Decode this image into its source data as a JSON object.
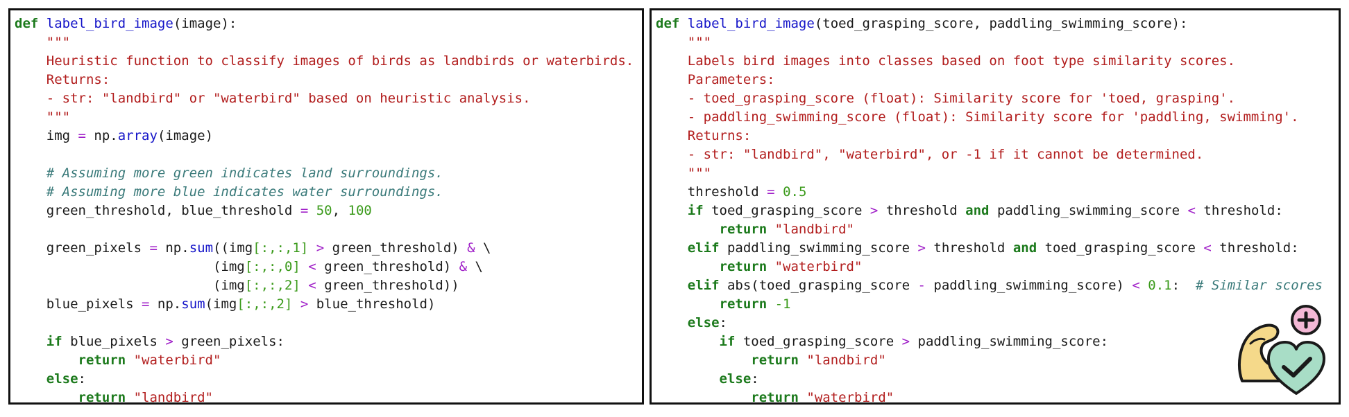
{
  "panels": [
    {
      "name": "panel-left",
      "lines": [
        [
          {
            "t": "def",
            "k": "kw"
          },
          {
            "t": " ",
            "k": "pl"
          },
          {
            "t": "label_bird_image",
            "k": "fn"
          },
          {
            "t": "(image):",
            "k": "pl"
          }
        ],
        [
          {
            "t": "    \"\"\"",
            "k": "str"
          }
        ],
        [
          {
            "t": "    Heuristic function to classify images of birds as landbirds or waterbirds.",
            "k": "str"
          }
        ],
        [
          {
            "t": "    Returns:",
            "k": "str"
          }
        ],
        [
          {
            "t": "    - str: \"landbird\" or \"waterbird\" based on heuristic analysis.",
            "k": "str"
          }
        ],
        [
          {
            "t": "    \"\"\"",
            "k": "str"
          }
        ],
        [
          {
            "t": "    img ",
            "k": "pl"
          },
          {
            "t": "=",
            "k": "op"
          },
          {
            "t": " np.",
            "k": "pl"
          },
          {
            "t": "array",
            "k": "fn"
          },
          {
            "t": "(image)",
            "k": "pl"
          }
        ],
        [
          {
            "t": "",
            "k": "pl"
          }
        ],
        [
          {
            "t": "    # Assuming more green indicates land surroundings.",
            "k": "cm"
          }
        ],
        [
          {
            "t": "    # Assuming more blue indicates water surroundings.",
            "k": "cm"
          }
        ],
        [
          {
            "t": "    green_threshold, blue_threshold ",
            "k": "pl"
          },
          {
            "t": "=",
            "k": "op"
          },
          {
            "t": " ",
            "k": "pl"
          },
          {
            "t": "50",
            "k": "num"
          },
          {
            "t": ", ",
            "k": "pl"
          },
          {
            "t": "100",
            "k": "num"
          }
        ],
        [
          {
            "t": "",
            "k": "pl"
          }
        ],
        [
          {
            "t": "    green_pixels ",
            "k": "pl"
          },
          {
            "t": "=",
            "k": "op"
          },
          {
            "t": " np.",
            "k": "pl"
          },
          {
            "t": "sum",
            "k": "fn"
          },
          {
            "t": "((img",
            "k": "pl"
          },
          {
            "t": "[:,:,",
            "k": "br"
          },
          {
            "t": "1",
            "k": "num"
          },
          {
            "t": "]",
            "k": "br"
          },
          {
            "t": " ",
            "k": "pl"
          },
          {
            "t": ">",
            "k": "op"
          },
          {
            "t": " green_threshold) ",
            "k": "pl"
          },
          {
            "t": "&",
            "k": "op"
          },
          {
            "t": " \\",
            "k": "pl"
          }
        ],
        [
          {
            "t": "                         (img",
            "k": "pl"
          },
          {
            "t": "[:,:,",
            "k": "br"
          },
          {
            "t": "0",
            "k": "num"
          },
          {
            "t": "]",
            "k": "br"
          },
          {
            "t": " ",
            "k": "pl"
          },
          {
            "t": "<",
            "k": "op"
          },
          {
            "t": " green_threshold) ",
            "k": "pl"
          },
          {
            "t": "&",
            "k": "op"
          },
          {
            "t": " \\",
            "k": "pl"
          }
        ],
        [
          {
            "t": "                         (img",
            "k": "pl"
          },
          {
            "t": "[:,:,",
            "k": "br"
          },
          {
            "t": "2",
            "k": "num"
          },
          {
            "t": "]",
            "k": "br"
          },
          {
            "t": " ",
            "k": "pl"
          },
          {
            "t": "<",
            "k": "op"
          },
          {
            "t": " green_threshold))",
            "k": "pl"
          }
        ],
        [
          {
            "t": "    blue_pixels ",
            "k": "pl"
          },
          {
            "t": "=",
            "k": "op"
          },
          {
            "t": " np.",
            "k": "pl"
          },
          {
            "t": "sum",
            "k": "fn"
          },
          {
            "t": "(img",
            "k": "pl"
          },
          {
            "t": "[:,:,",
            "k": "br"
          },
          {
            "t": "2",
            "k": "num"
          },
          {
            "t": "]",
            "k": "br"
          },
          {
            "t": " ",
            "k": "pl"
          },
          {
            "t": ">",
            "k": "op"
          },
          {
            "t": " blue_threshold)",
            "k": "pl"
          }
        ],
        [
          {
            "t": "",
            "k": "pl"
          }
        ],
        [
          {
            "t": "    ",
            "k": "pl"
          },
          {
            "t": "if",
            "k": "kw"
          },
          {
            "t": " blue_pixels ",
            "k": "pl"
          },
          {
            "t": ">",
            "k": "op"
          },
          {
            "t": " green_pixels:",
            "k": "pl"
          }
        ],
        [
          {
            "t": "        ",
            "k": "pl"
          },
          {
            "t": "return",
            "k": "kw"
          },
          {
            "t": " ",
            "k": "pl"
          },
          {
            "t": "\"waterbird\"",
            "k": "str"
          }
        ],
        [
          {
            "t": "    ",
            "k": "pl"
          },
          {
            "t": "else",
            "k": "kw"
          },
          {
            "t": ":",
            "k": "pl"
          }
        ],
        [
          {
            "t": "        ",
            "k": "pl"
          },
          {
            "t": "return",
            "k": "kw"
          },
          {
            "t": " ",
            "k": "pl"
          },
          {
            "t": "\"landbird\"",
            "k": "str"
          }
        ]
      ]
    },
    {
      "name": "panel-right",
      "lines": [
        [
          {
            "t": "def",
            "k": "kw"
          },
          {
            "t": " ",
            "k": "pl"
          },
          {
            "t": "label_bird_image",
            "k": "fn"
          },
          {
            "t": "(toed_grasping_score, paddling_swimming_score):",
            "k": "pl"
          }
        ],
        [
          {
            "t": "    \"\"\"",
            "k": "str"
          }
        ],
        [
          {
            "t": "    Labels bird images into classes based on foot type similarity scores.",
            "k": "str"
          }
        ],
        [
          {
            "t": "    Parameters:",
            "k": "str"
          }
        ],
        [
          {
            "t": "    - toed_grasping_score (float): Similarity score for 'toed, grasping'.",
            "k": "str"
          }
        ],
        [
          {
            "t": "    - paddling_swimming_score (float): Similarity score for 'paddling, swimming'.",
            "k": "str"
          }
        ],
        [
          {
            "t": "    Returns:",
            "k": "str"
          }
        ],
        [
          {
            "t": "    - str: \"landbird\", \"waterbird\", or -1 if it cannot be determined.",
            "k": "str"
          }
        ],
        [
          {
            "t": "    \"\"\"",
            "k": "str"
          }
        ],
        [
          {
            "t": "    threshold ",
            "k": "pl"
          },
          {
            "t": "=",
            "k": "op"
          },
          {
            "t": " ",
            "k": "pl"
          },
          {
            "t": "0.5",
            "k": "num"
          }
        ],
        [
          {
            "t": "    ",
            "k": "pl"
          },
          {
            "t": "if",
            "k": "kw"
          },
          {
            "t": " toed_grasping_score ",
            "k": "pl"
          },
          {
            "t": ">",
            "k": "op"
          },
          {
            "t": " threshold ",
            "k": "pl"
          },
          {
            "t": "and",
            "k": "kw"
          },
          {
            "t": " paddling_swimming_score ",
            "k": "pl"
          },
          {
            "t": "<",
            "k": "op"
          },
          {
            "t": " threshold:",
            "k": "pl"
          }
        ],
        [
          {
            "t": "        ",
            "k": "pl"
          },
          {
            "t": "return",
            "k": "kw"
          },
          {
            "t": " ",
            "k": "pl"
          },
          {
            "t": "\"landbird\"",
            "k": "str"
          }
        ],
        [
          {
            "t": "    ",
            "k": "pl"
          },
          {
            "t": "elif",
            "k": "kw"
          },
          {
            "t": " paddling_swimming_score ",
            "k": "pl"
          },
          {
            "t": ">",
            "k": "op"
          },
          {
            "t": " threshold ",
            "k": "pl"
          },
          {
            "t": "and",
            "k": "kw"
          },
          {
            "t": " toed_grasping_score ",
            "k": "pl"
          },
          {
            "t": "<",
            "k": "op"
          },
          {
            "t": " threshold:",
            "k": "pl"
          }
        ],
        [
          {
            "t": "        ",
            "k": "pl"
          },
          {
            "t": "return",
            "k": "kw"
          },
          {
            "t": " ",
            "k": "pl"
          },
          {
            "t": "\"waterbird\"",
            "k": "str"
          }
        ],
        [
          {
            "t": "    ",
            "k": "pl"
          },
          {
            "t": "elif",
            "k": "kw"
          },
          {
            "t": " abs(toed_grasping_score ",
            "k": "pl"
          },
          {
            "t": "-",
            "k": "op"
          },
          {
            "t": " paddling_swimming_score) ",
            "k": "pl"
          },
          {
            "t": "<",
            "k": "op"
          },
          {
            "t": " ",
            "k": "pl"
          },
          {
            "t": "0.1",
            "k": "num"
          },
          {
            "t": ":  ",
            "k": "pl"
          },
          {
            "t": "# Similar scores",
            "k": "cm"
          }
        ],
        [
          {
            "t": "        ",
            "k": "pl"
          },
          {
            "t": "return",
            "k": "kw"
          },
          {
            "t": " ",
            "k": "pl"
          },
          {
            "t": "-1",
            "k": "num"
          }
        ],
        [
          {
            "t": "    ",
            "k": "pl"
          },
          {
            "t": "else",
            "k": "kw"
          },
          {
            "t": ":",
            "k": "pl"
          }
        ],
        [
          {
            "t": "        ",
            "k": "pl"
          },
          {
            "t": "if",
            "k": "kw"
          },
          {
            "t": " toed_grasping_score ",
            "k": "pl"
          },
          {
            "t": ">",
            "k": "op"
          },
          {
            "t": " paddling_swimming_score:",
            "k": "pl"
          }
        ],
        [
          {
            "t": "            ",
            "k": "pl"
          },
          {
            "t": "return",
            "k": "kw"
          },
          {
            "t": " ",
            "k": "pl"
          },
          {
            "t": "\"landbird\"",
            "k": "str"
          }
        ],
        [
          {
            "t": "        ",
            "k": "pl"
          },
          {
            "t": "else",
            "k": "kw"
          },
          {
            "t": ":",
            "k": "pl"
          }
        ],
        [
          {
            "t": "            ",
            "k": "pl"
          },
          {
            "t": "return",
            "k": "kw"
          },
          {
            "t": " ",
            "k": "pl"
          },
          {
            "t": "\"waterbird\"",
            "k": "str"
          }
        ]
      ]
    }
  ],
  "badge": {
    "icon": "strong-heart-health-icon",
    "colors": {
      "arm": "#f5d98a",
      "heart": "#a8ddc6",
      "plus": "#f4b8d6",
      "outline": "#1a1a1a"
    }
  },
  "colors": {
    "keyword": "#1c7a1c",
    "function": "#1414c8",
    "string": "#b21d1d",
    "comment": "#3a7a7a",
    "number": "#3a9a1a",
    "operator": "#a020c8",
    "border": "#111111"
  }
}
